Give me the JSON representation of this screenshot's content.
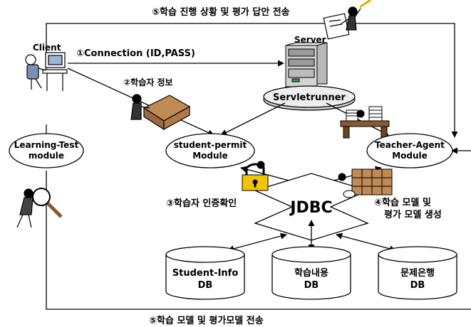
{
  "top_message": "⑤학습 진행 상황 및 평가 답안 전송",
  "bottom_message": "⑤학습 모델 및 평가모델 전송",
  "client": {
    "label": "Client"
  },
  "server": {
    "label": "Server",
    "runner": "Servletrunner"
  },
  "steps": {
    "connection": "①Connection (ID,PASS)",
    "learner_info": "②학습자 정보",
    "auth": "③학습자 인증확인",
    "model_line1": "④학습 모델 및",
    "model_line2": "평가 모델 생성"
  },
  "modules": {
    "learning_test": [
      "Learning-Test",
      "module"
    ],
    "student_permit": [
      "student-permit",
      "Module"
    ],
    "teacher_agent": [
      "Teacher-Agent",
      "Module"
    ]
  },
  "jdbc": "JDBC",
  "databases": [
    {
      "name": "Student-Info",
      "suffix": "DB"
    },
    {
      "name": "학습내용",
      "suffix": "DB"
    },
    {
      "name": "문제은행",
      "suffix": "DB"
    }
  ],
  "colors": {
    "line": "#000000",
    "cylinder_fill": "#ffffff",
    "lock": "#f5c400",
    "desk": "#8b5a2b",
    "server_body": "#c8c8c8"
  }
}
